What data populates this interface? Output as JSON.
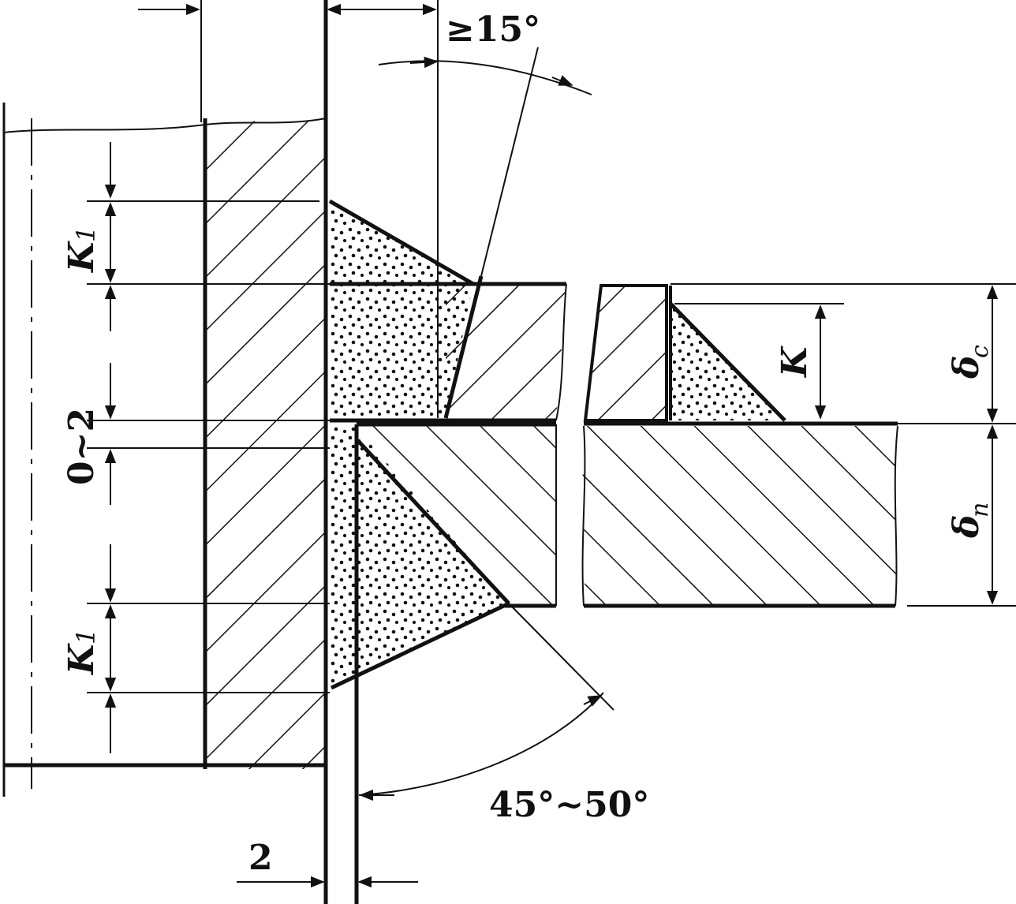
{
  "labels": {
    "k1_top": "K",
    "k1_top_sub": "1",
    "k1_bottom": "K",
    "k1_bottom_sub": "1",
    "gap": "0~2",
    "angle_top": "≥15°",
    "angle_bottom": "45°~50°",
    "offset": "2",
    "k_right": "K",
    "delta_c": "δ",
    "delta_c_sub": "c",
    "delta_n": "δ",
    "delta_n_sub": "n"
  }
}
